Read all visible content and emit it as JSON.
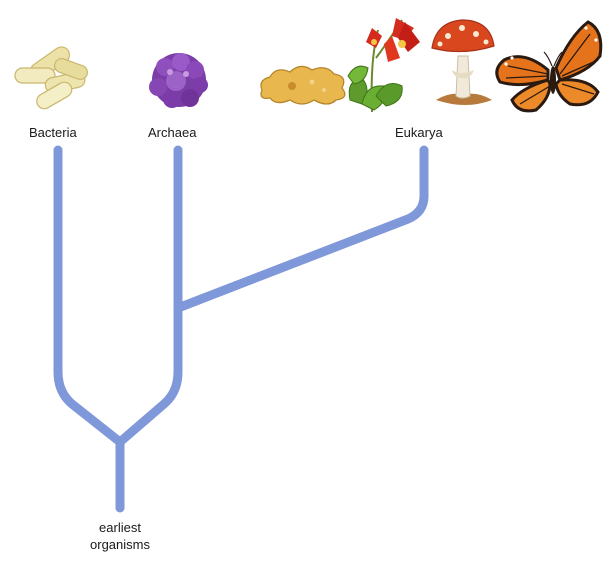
{
  "tree": {
    "branch_color": "#7f98d9",
    "domains": [
      {
        "id": "bacteria",
        "label": "Bacteria",
        "icon": "bacteria-capsules-icon"
      },
      {
        "id": "archaea",
        "label": "Archaea",
        "icon": "archaea-cell-icon"
      },
      {
        "id": "eukarya",
        "label": "Eukarya",
        "icons": [
          "amoeba-icon",
          "columbine-flower-icon",
          "mushroom-icon",
          "monarch-butterfly-icon"
        ]
      }
    ],
    "root": {
      "line1": "earliest",
      "line2": "organisms"
    }
  }
}
